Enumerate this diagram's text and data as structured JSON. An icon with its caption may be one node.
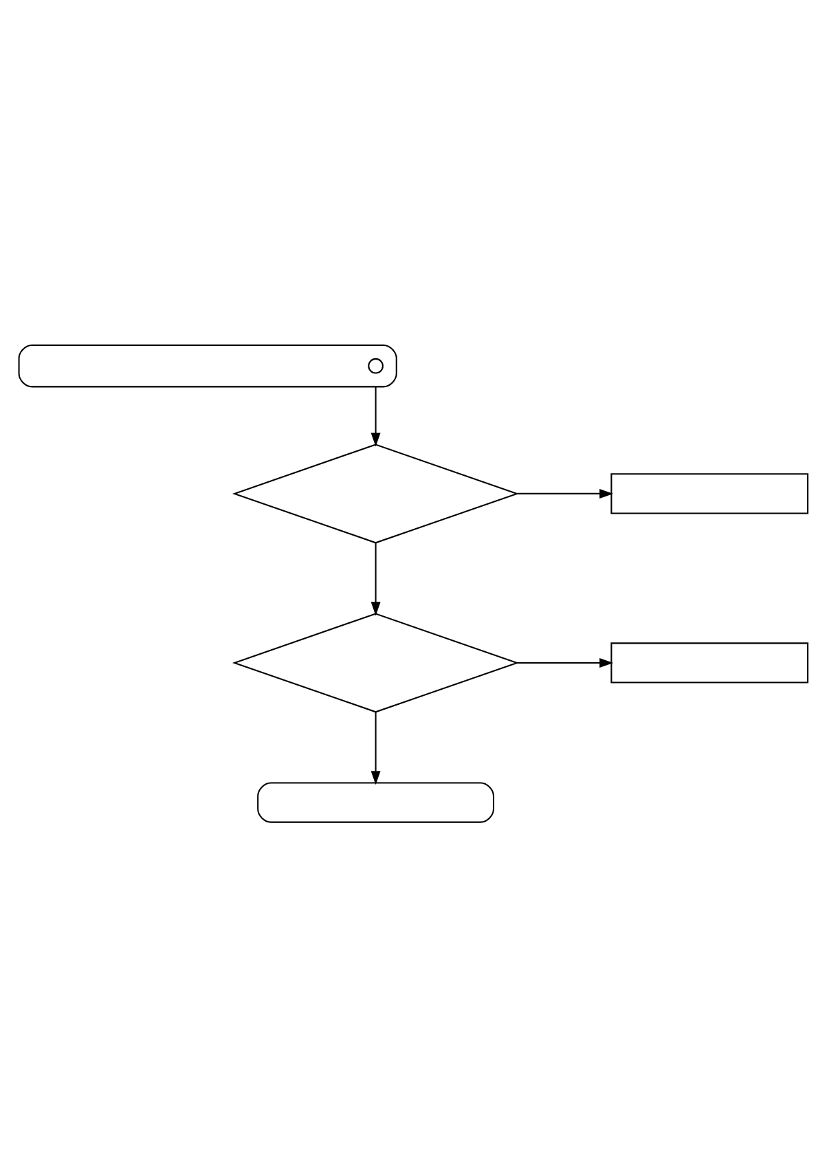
{
  "diagram": {
    "nodes": [
      {
        "text": [],
        "shape": "box"
      },
      {
        "text": [],
        "shape": "circle",
        "in": 0
      },
      {
        "text": [],
        "shape": "diamond"
      },
      {
        "text": [],
        "shape": "box"
      },
      {
        "text": [],
        "shape": "diamond"
      },
      {
        "text": [],
        "shape": "box"
      },
      {
        "text": [],
        "shape": "box"
      }
    ],
    "edges": [
      {
        "from": 0,
        "to": 2,
        "arrow": "to"
      },
      {
        "from": 2,
        "to": 3,
        "arrow": "to"
      },
      {
        "from": 2,
        "to": 4,
        "arrow": "to"
      },
      {
        "from": 4,
        "to": 5,
        "arrow": "to"
      },
      {
        "from": 4,
        "to": 6,
        "arrow": "to"
      }
    ]
  }
}
